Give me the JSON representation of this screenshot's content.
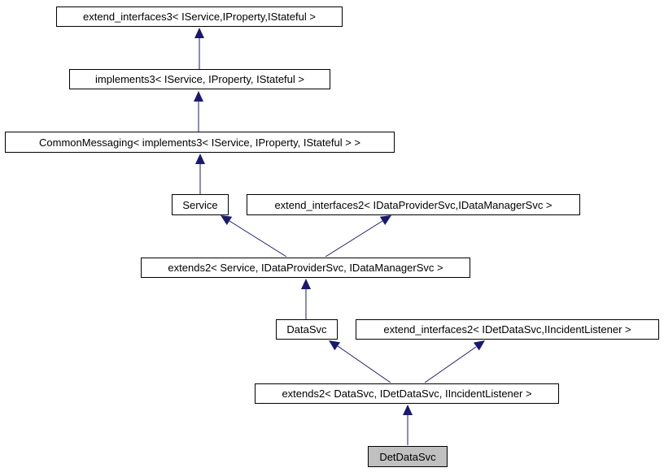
{
  "diagram": {
    "type": "inheritance-graph",
    "direction": "arrows-point-from-derived-to-base"
  },
  "colors": {
    "arrow": "#191970",
    "node_border": "#000000",
    "node_fill": "#ffffff",
    "selected_node_fill": "#c0c0c0",
    "text": "#000000",
    "background": "#ffffff"
  },
  "nodes": [
    {
      "id": "extend_interfaces3",
      "label": "extend_interfaces3< IService,IProperty,IStateful >",
      "selected": false
    },
    {
      "id": "implements3",
      "label": "implements3< IService, IProperty, IStateful >",
      "selected": false
    },
    {
      "id": "common_messaging",
      "label": "CommonMessaging< implements3< IService, IProperty, IStateful > >",
      "selected": false
    },
    {
      "id": "service",
      "label": "Service",
      "selected": false
    },
    {
      "id": "extend_interfaces2_data",
      "label": "extend_interfaces2< IDataProviderSvc,IDataManagerSvc >",
      "selected": false
    },
    {
      "id": "extends2_service",
      "label": "extends2< Service, IDataProviderSvc, IDataManagerSvc >",
      "selected": false
    },
    {
      "id": "datasvc",
      "label": "DataSvc",
      "selected": false
    },
    {
      "id": "extend_interfaces2_det",
      "label": "extend_interfaces2< IDetDataSvc,IIncidentListener >",
      "selected": false
    },
    {
      "id": "extends2_datasvc",
      "label": "extends2< DataSvc, IDetDataSvc, IIncidentListener >",
      "selected": false
    },
    {
      "id": "detdatasvc",
      "label": "DetDataSvc",
      "selected": true
    }
  ],
  "edges": [
    {
      "from": "implements3",
      "to": "extend_interfaces3",
      "type": "public-inheritance"
    },
    {
      "from": "common_messaging",
      "to": "implements3",
      "type": "public-inheritance"
    },
    {
      "from": "service",
      "to": "common_messaging",
      "type": "public-inheritance"
    },
    {
      "from": "extends2_service",
      "to": "service",
      "type": "public-inheritance"
    },
    {
      "from": "extends2_service",
      "to": "extend_interfaces2_data",
      "type": "public-inheritance"
    },
    {
      "from": "datasvc",
      "to": "extends2_service",
      "type": "public-inheritance"
    },
    {
      "from": "extends2_datasvc",
      "to": "datasvc",
      "type": "public-inheritance"
    },
    {
      "from": "extends2_datasvc",
      "to": "extend_interfaces2_det",
      "type": "public-inheritance"
    },
    {
      "from": "detdatasvc",
      "to": "extends2_datasvc",
      "type": "public-inheritance"
    }
  ]
}
